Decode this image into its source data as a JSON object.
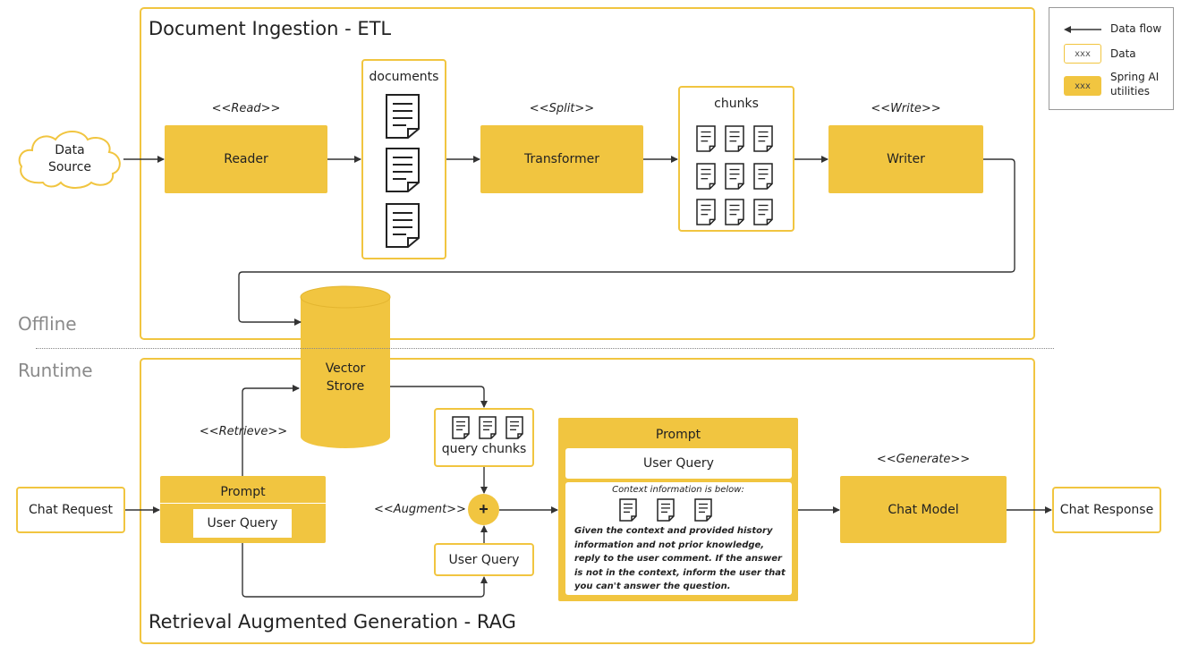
{
  "etl": {
    "title": "Document Ingestion - ETL"
  },
  "rag": {
    "title": "Retrieval Augmented Generation - RAG"
  },
  "zones": {
    "offline": "Offline",
    "runtime": "Runtime"
  },
  "data_source": {
    "line1": "Data",
    "line2": "Source"
  },
  "reader": {
    "label": "Reader",
    "stereotype": "<<Read>>"
  },
  "documents": {
    "label": "documents"
  },
  "transformer": {
    "label": "Transformer",
    "stereotype": "<<Split>>"
  },
  "chunks": {
    "label": "chunks"
  },
  "writer": {
    "label": "Writer",
    "stereotype": "<<Write>>"
  },
  "vector_store": {
    "line1": "Vector",
    "line2": "Strore"
  },
  "retrieve": {
    "stereotype": "<<Retrieve>>"
  },
  "query_chunks": {
    "label": "query chunks"
  },
  "chat_request": {
    "label": "Chat Request"
  },
  "prompt_left": {
    "title": "Prompt",
    "user_query": "User Query"
  },
  "augment": {
    "stereotype": "<<Augment>>",
    "symbol": "+"
  },
  "user_query_box": {
    "label": "User Query"
  },
  "prompt_main": {
    "title": "Prompt",
    "user_query": "User Query",
    "context_header": "Context information is below:",
    "context_body": "Given the context and provided history information and not prior knowledge, reply to the user comment. If the answer is not in the context, inform the user that you can't answer the question."
  },
  "chat_model": {
    "label": "Chat Model",
    "stereotype": "<<Generate>>"
  },
  "chat_response": {
    "label": "Chat Response"
  },
  "legend": {
    "data_flow": "Data flow",
    "data": "Data",
    "spring_line1": "Spring AI",
    "spring_line2": "utilities",
    "swatch_text": "xxx"
  },
  "colors": {
    "accent": "#f1c540",
    "line": "#333333",
    "muted": "#8a8a8a"
  }
}
